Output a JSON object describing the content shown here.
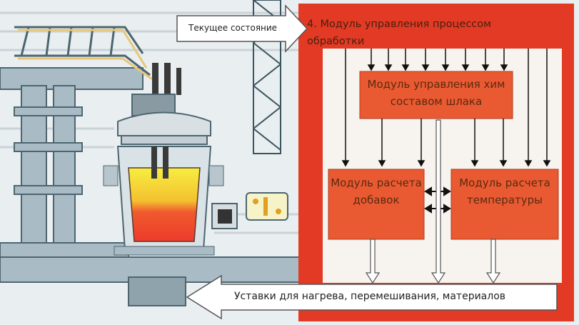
{
  "diagram": {
    "main_module_title": "4. Модуль управления процессом обработки",
    "status_arrow_label": "Текущее состояние",
    "bottom_arrow_label": "Уставки для нагрева, перемешивания, материалов",
    "modules": {
      "slag": "Модуль управления хим составом шлака",
      "additives": "Модуль расчета добавок",
      "temperature": "Модуль расчета температуры"
    }
  },
  "colors": {
    "frame_red": "#e23a24",
    "module_fill": "#e95a32",
    "steel": "#9fb4bf",
    "background": "#e9eef0",
    "melt_yellow": "#f4e63a",
    "melt_red": "#ee3b2c"
  }
}
